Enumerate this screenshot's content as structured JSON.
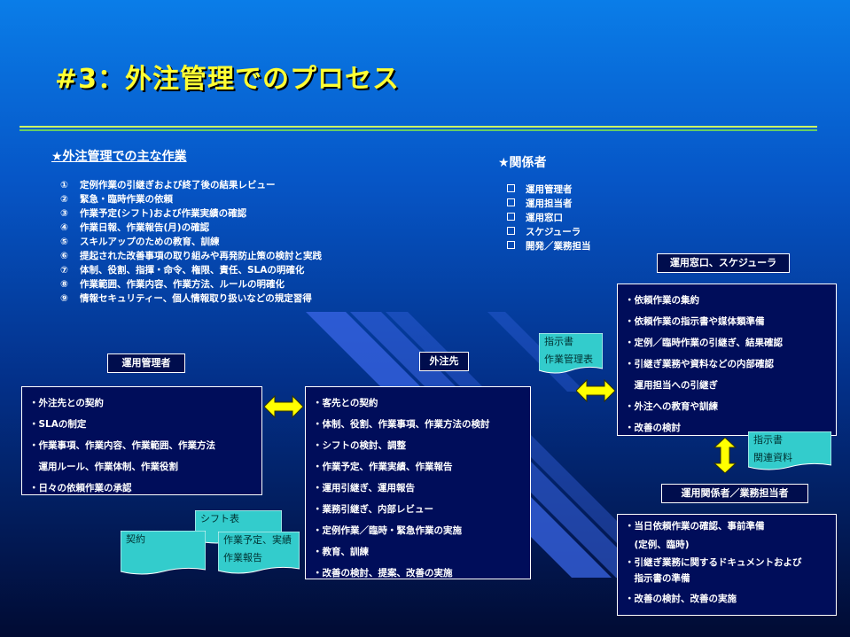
{
  "title": "#3：外注管理でのプロセス",
  "tasks": {
    "header": "★外注管理での主な作業",
    "items": [
      {
        "num": "①",
        "text": "定例作業の引継ぎおよび終了後の結果レビュー"
      },
      {
        "num": "②",
        "text": "緊急・臨時作業の依頼"
      },
      {
        "num": "③",
        "text": "作業予定(シフト)および作業実績の確認"
      },
      {
        "num": "④",
        "text": "作業日報、作業報告(月)の確認"
      },
      {
        "num": "⑤",
        "text": "スキルアップのための教育、訓練"
      },
      {
        "num": "⑥",
        "text": "提起された改善事項の取り組みや再発防止策の検討と実践"
      },
      {
        "num": "⑦",
        "text": "体制、役割、指揮・命令、権限、責任、SLAの明確化"
      },
      {
        "num": "⑧",
        "text": "作業範囲、作業内容、作業方法、ルールの明確化"
      },
      {
        "num": "⑨",
        "text": "情報セキュリティー、個人情報取り扱いなどの規定習得"
      }
    ]
  },
  "stakeholders": {
    "header": "★関係者",
    "items": [
      "運用管理者",
      "運用担当者",
      "運用窓口",
      "スケジューラ",
      "開発／業務担当"
    ]
  },
  "manager": {
    "label": "運用管理者",
    "items": [
      "・外注先との契約",
      "・SLAの制定",
      "・作業事項、作業内容、作業範囲、作業方法",
      "　運用ルール、作業体制、作業役割",
      "・日々の依頼作業の承認"
    ]
  },
  "vendor": {
    "label": "外注先",
    "items": [
      "・客先との契約",
      "・体制、役割、作業事項、作業方法の検討",
      "・シフトの検討、調整",
      "・作業予定、作業実績、作業報告",
      "・運用引継ぎ、運用報告",
      "・業務引継ぎ、内部レビュー",
      "・定例作業／臨時・緊急作業の実施",
      "・教育、訓練",
      "・改善の検討、提案、改善の実施"
    ]
  },
  "window": {
    "label": "運用窓口、スケジューラ",
    "items": [
      "・依頼作業の集約",
      "・依頼作業の指示書や媒体類準備",
      "・定例／臨時作業の引継ぎ、結果確認",
      "・引継ぎ業務や資料などの内部確認",
      "　運用担当への引継ぎ",
      "・外注への教育や訓練",
      "・改善の検討"
    ]
  },
  "related": {
    "label": "運用関係者／業務担当者",
    "items": [
      "・当日依頼作業の確認、事前準備",
      "　(定例、臨時)",
      "・引継ぎ業務に関するドキュメントおよび",
      "　指示書の準備",
      "・改善の検討、改善の実施"
    ]
  },
  "docs": {
    "instructions_1": [
      "指示書",
      "作業管理表"
    ],
    "instructions_2": [
      "指示書",
      "関連資料"
    ],
    "shift": [
      "シフト表"
    ],
    "contract": [
      "契約"
    ],
    "schedule": [
      "作業予定、実績",
      "作業報告"
    ]
  },
  "colors": {
    "title": "#ffff33",
    "doc_fill": "#33cccc",
    "arrow": "#ffff00"
  }
}
